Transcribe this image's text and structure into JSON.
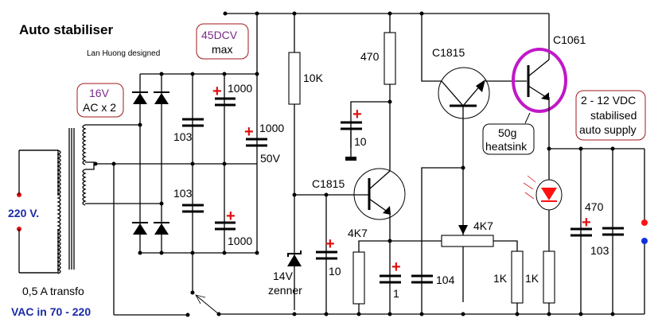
{
  "title": "Auto stabiliser",
  "designer": "Lan Huong designed",
  "input": {
    "voltage_label": "220 V.",
    "transformer_label": "0,5 A transfo",
    "vac_range": "VAC in 70 - 220"
  },
  "callouts": {
    "secondary": {
      "line1": "16V",
      "line2": "AC x 2"
    },
    "dc_max": {
      "line1": "45DCV",
      "line2": "max"
    },
    "heatsink": {
      "line1": "50g",
      "line2": "heatsink"
    },
    "output": {
      "line1": "2 - 12 VDC",
      "line2": "stabilised",
      "line3": "auto supply"
    }
  },
  "components": {
    "cap_103_upper": "103",
    "cap_103_lower": "103",
    "cap_1000_upper": "1000",
    "cap_1000_lower": "1000",
    "cap_1000_main": "1000",
    "cap_1000_main_rating": "50V",
    "res_10k": "10K",
    "res_470": "470",
    "cap_10_top": "10",
    "q_driver_top": "C1815",
    "q_power": "C1061",
    "q_driver_bottom": "C1815",
    "zener_voltage": "14V",
    "zener_label": "zenner",
    "cap_10_bottom": "10",
    "res_4k7": "4K7",
    "cap_1": "1",
    "cap_104": "104",
    "pot_4k7": "4K7",
    "res_1k_a": "1K",
    "res_1k_b": "1K",
    "cap_470_out": "470",
    "cap_103_out": "103",
    "plus_sign": "+"
  },
  "colors": {
    "wire": "#000000",
    "polarity_plus": "#e01010",
    "callout_border": "#a01818",
    "callout_text_purple": "#7a2a8a",
    "heatsink_ring": "#c018c8",
    "led": "#ff1010",
    "output_positive": "#ff1010",
    "output_negative": "#1030e0",
    "input_terminal": "#e01010",
    "blue_text": "#1a2aa8"
  }
}
